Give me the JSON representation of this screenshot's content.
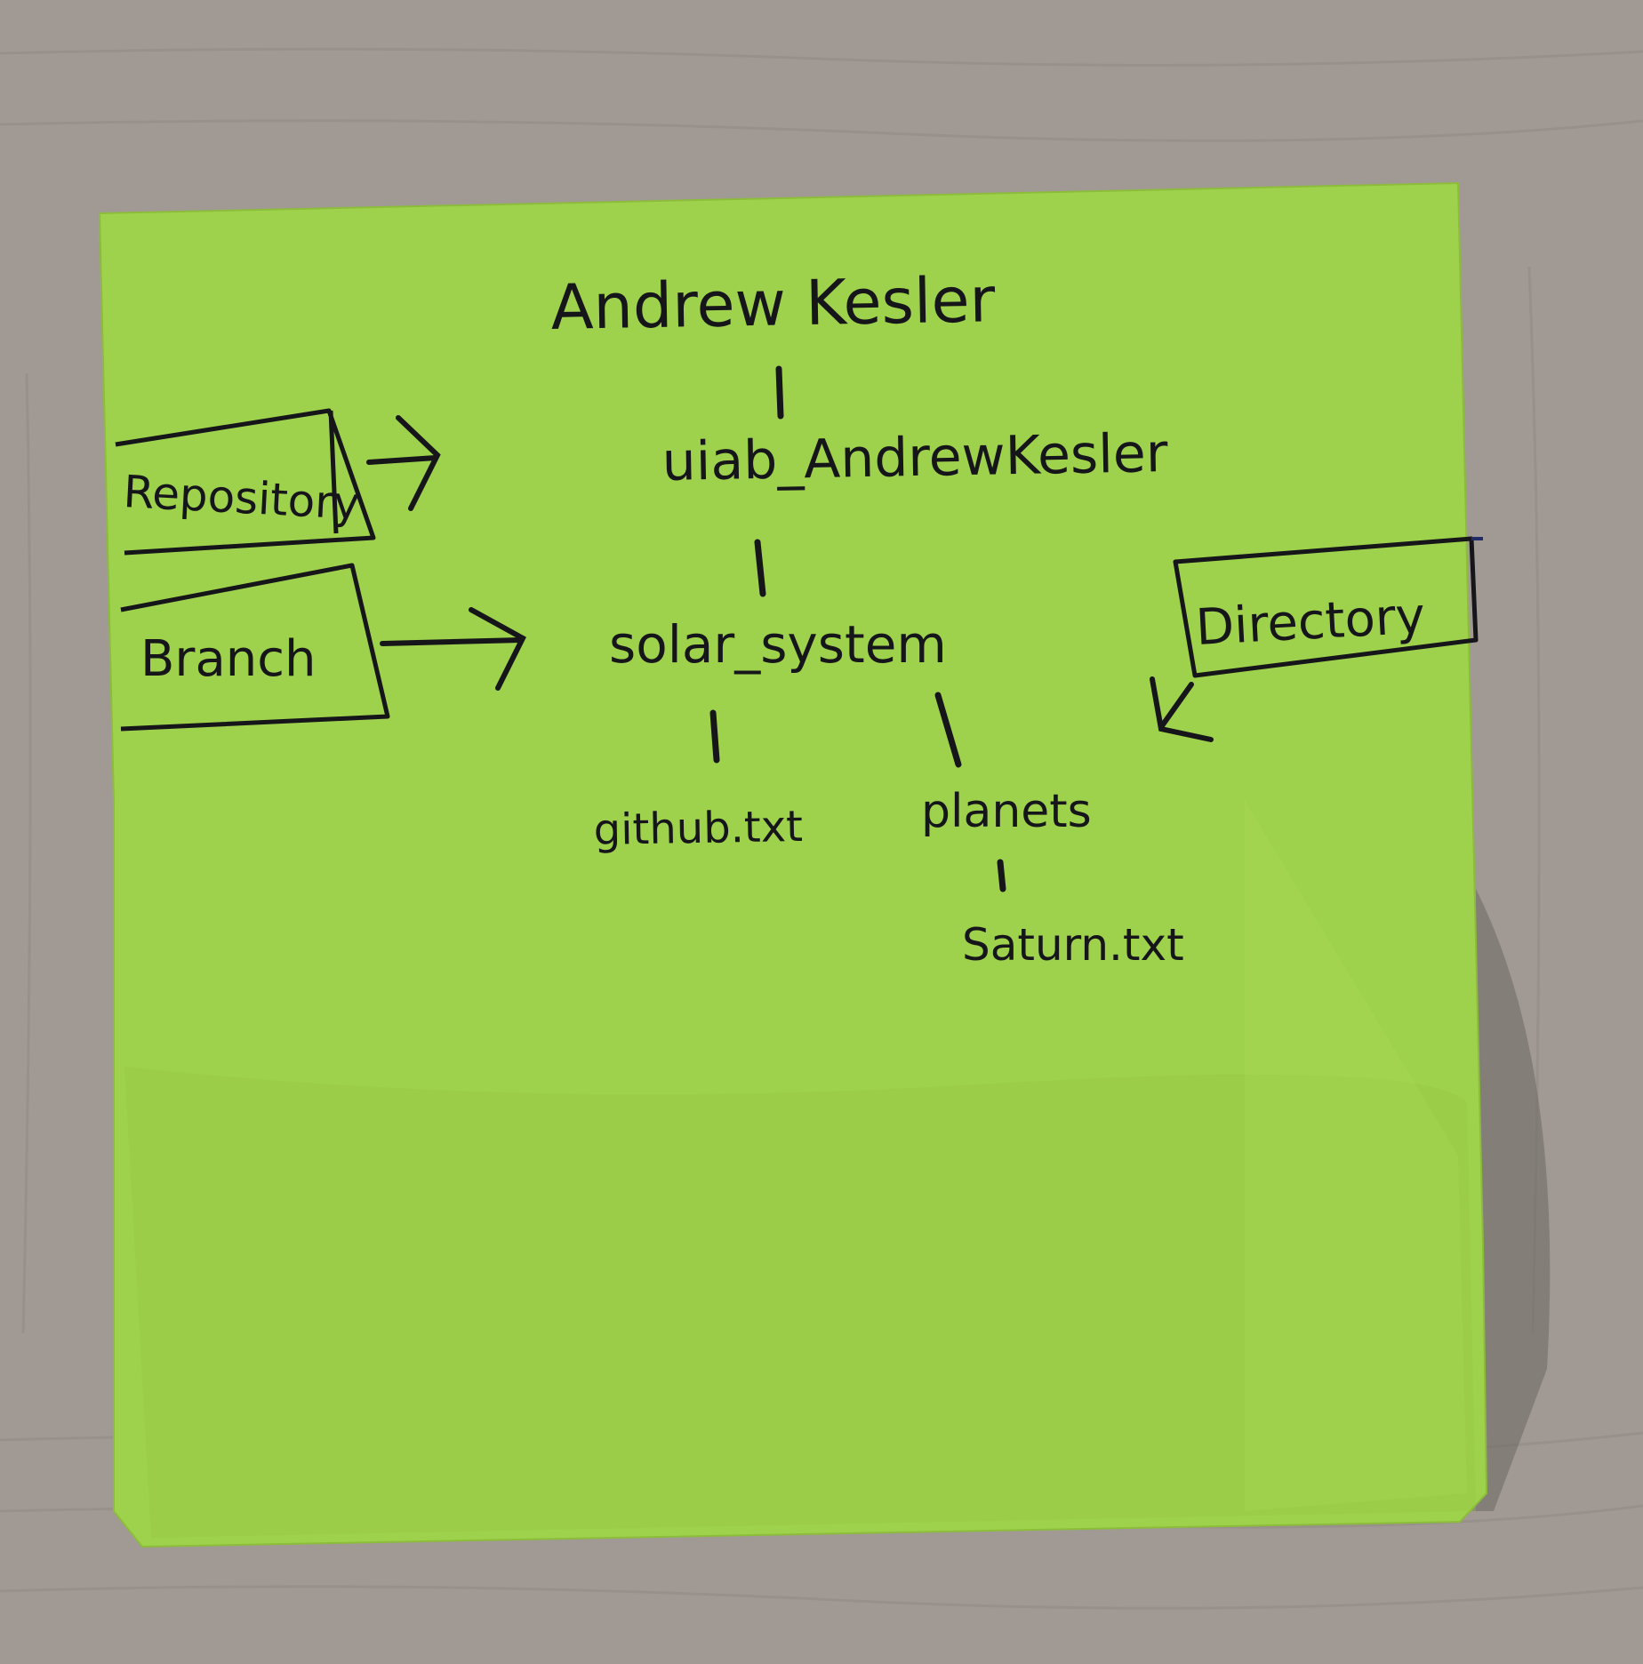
{
  "diagram": {
    "colors": {
      "desk": "#a19a94",
      "sticky_note": "#9fd24c",
      "ink": "#16161a",
      "blue_ink": "#1f2a66"
    },
    "nodes": {
      "owner": "Andrew Kesler",
      "repository": "uiab_AndrewKesler",
      "branch": "solar_system",
      "file_github": "github.txt",
      "folder_planets": "planets",
      "file_saturn": "Saturn.txt"
    },
    "labels": {
      "repository": "Repository",
      "branch": "Branch",
      "directory": "Directory"
    }
  }
}
